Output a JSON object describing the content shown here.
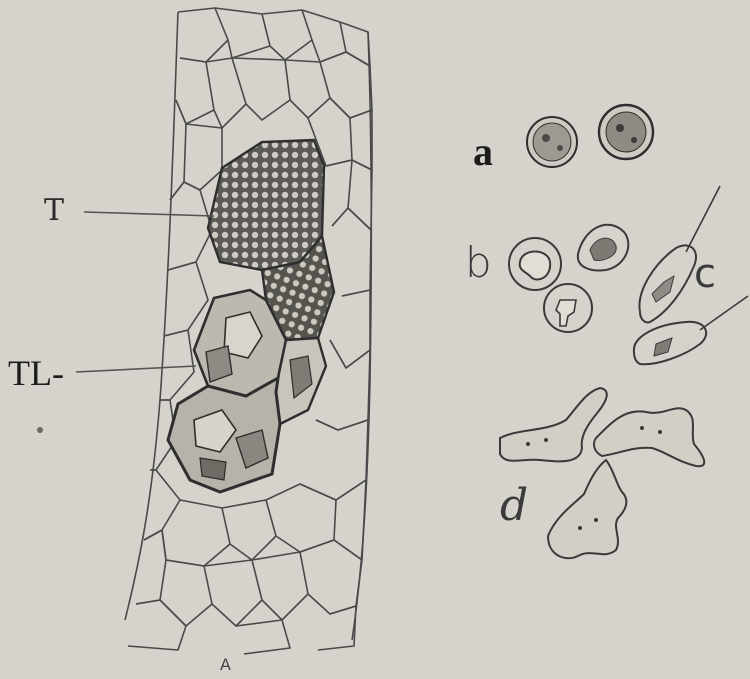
{
  "figure": {
    "background": "#d6d3cc",
    "ink": "#2e2e2e",
    "labels": {
      "a": "a",
      "b": "b",
      "c": "c",
      "d": "d",
      "tissue_upper": "T",
      "tissue_lower": "TL-",
      "panel": "A"
    }
  }
}
